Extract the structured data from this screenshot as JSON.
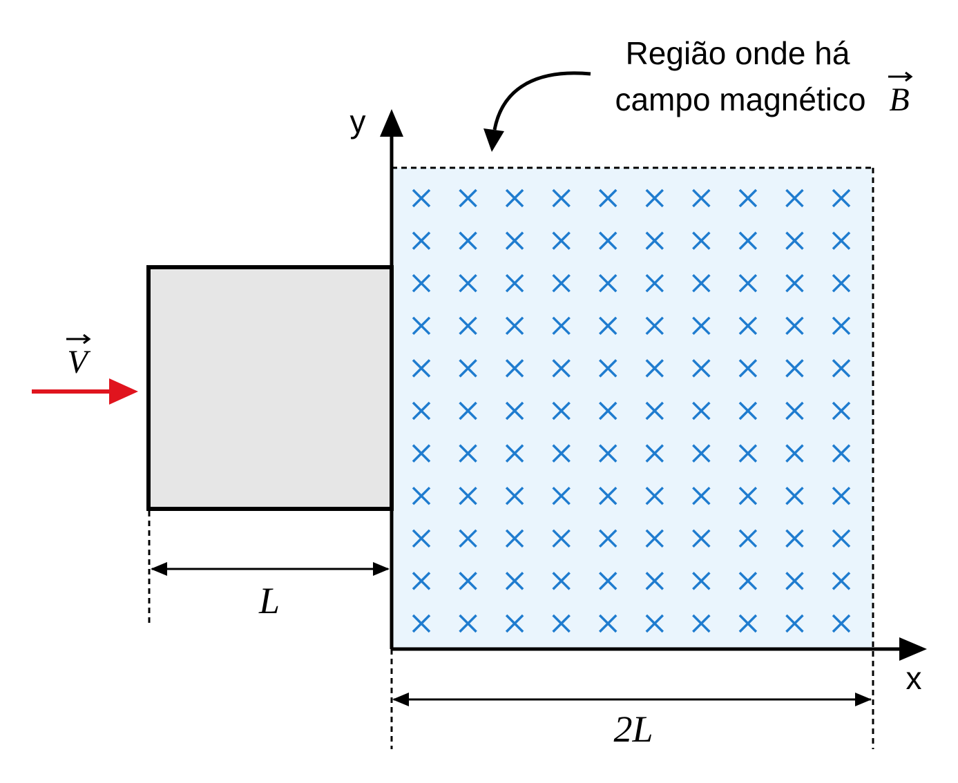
{
  "annotation": {
    "line1": "Região onde há",
    "line2_text": "campo magnético",
    "line2_symbol": "B"
  },
  "axes": {
    "y_label": "y",
    "x_label": "x"
  },
  "velocity": {
    "symbol": "V",
    "color": "#e0141e"
  },
  "loop": {
    "fill": "#e6e6e6",
    "stroke": "#000000"
  },
  "dimensions": {
    "loop_width": "L",
    "field_width": "2L"
  },
  "field": {
    "fill": "#eaf5fd",
    "mark_color": "#1f7ccf",
    "columns": 10,
    "rows": 11
  }
}
